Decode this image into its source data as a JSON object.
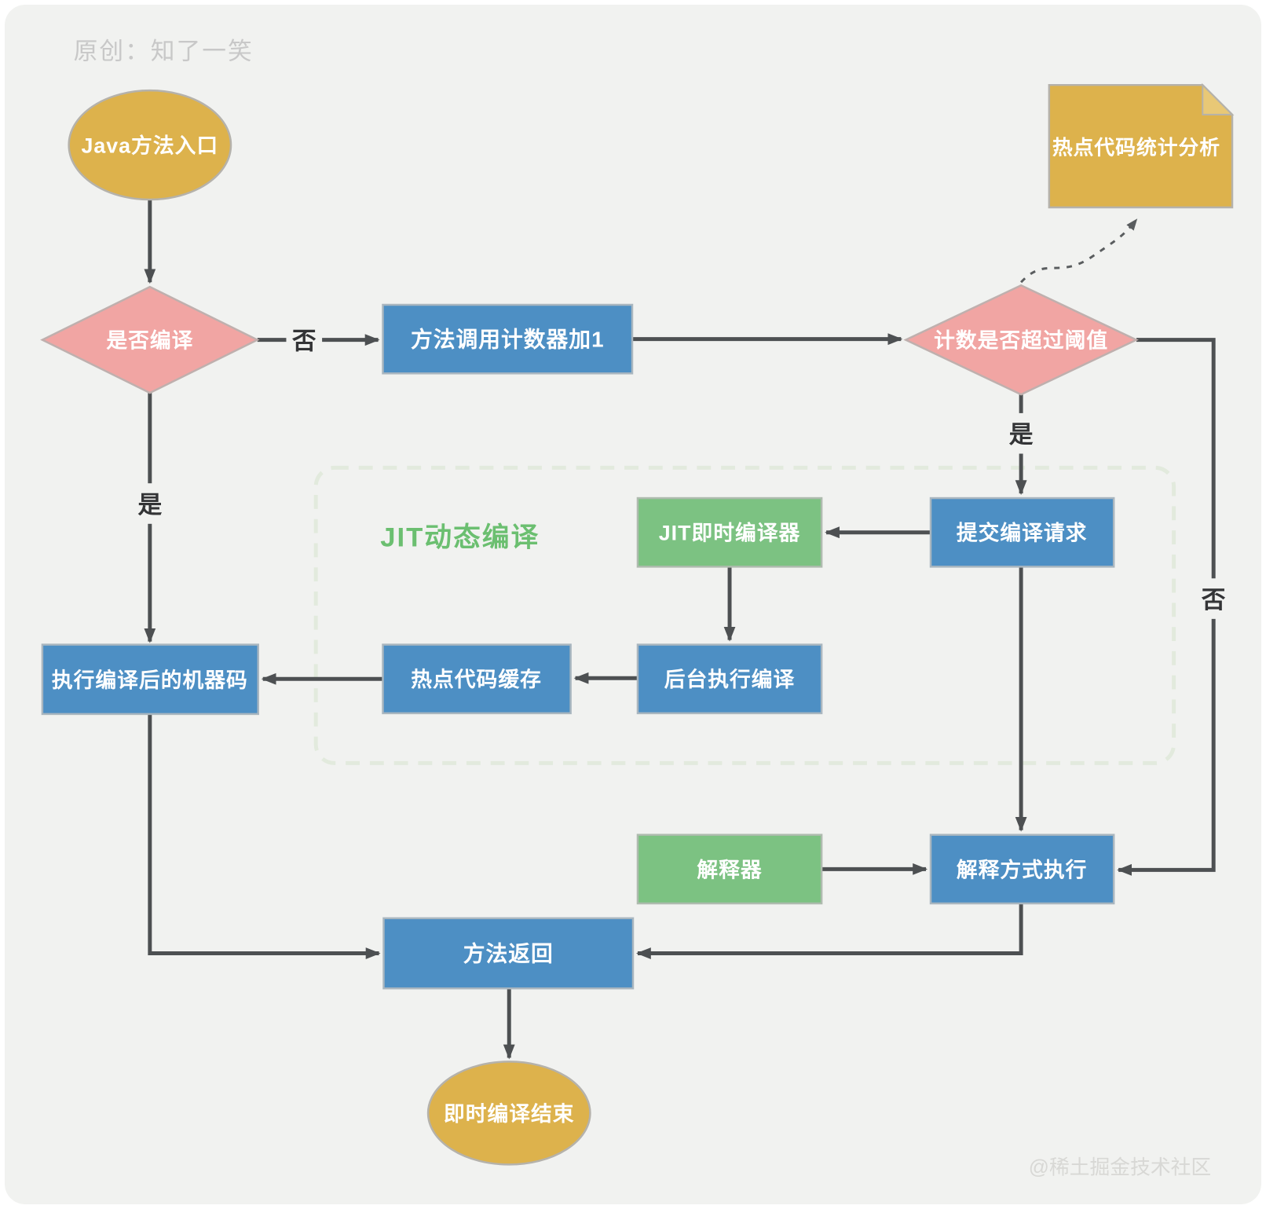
{
  "page": {
    "credit": "原创：知了一笑",
    "watermark": "@稀土掘金技术社区"
  },
  "colors": {
    "background": "#f1f2f0",
    "node_blue": "#4d8fc4",
    "node_green": "#7cc282",
    "node_gold": "#ddb24c",
    "node_pink": "#f1a5a3",
    "arrow_gray": "#4d5052",
    "jit_group_border": "#e2eadd",
    "jit_title_green": "#6bbf70",
    "node_text": "#ffffff",
    "edge_label_text": "#333436"
  },
  "diagram": {
    "nodes": {
      "start": {
        "label": "Java方法入口",
        "shape": "ellipse",
        "color": "gold"
      },
      "compile_decision": {
        "label": "是否编译",
        "shape": "diamond",
        "color": "pink"
      },
      "counter_inc": {
        "label": "方法调用计数器加1",
        "shape": "rect",
        "color": "blue"
      },
      "threshold_decision": {
        "label": "计数是否超过阈值",
        "shape": "diamond",
        "color": "pink"
      },
      "hotspot_note": {
        "label": "热点代码统计分析",
        "shape": "note",
        "color": "gold"
      },
      "jit_group": {
        "label": "JIT动态编译",
        "shape": "dashed-container"
      },
      "jit_compiler": {
        "label": "JIT即时编译器",
        "shape": "rect",
        "color": "green"
      },
      "submit_request": {
        "label": "提交编译请求",
        "shape": "rect",
        "color": "blue"
      },
      "background_compile": {
        "label": "后台执行编译",
        "shape": "rect",
        "color": "blue"
      },
      "hotspot_cache": {
        "label": "热点代码缓存",
        "shape": "rect",
        "color": "blue"
      },
      "exec_machine_code": {
        "label": "执行编译后的机器码",
        "shape": "rect",
        "color": "blue"
      },
      "interpreter": {
        "label": "解释器",
        "shape": "rect",
        "color": "green"
      },
      "interpret_exec": {
        "label": "解释方式执行",
        "shape": "rect",
        "color": "blue"
      },
      "method_return": {
        "label": "方法返回",
        "shape": "rect",
        "color": "blue"
      },
      "end": {
        "label": "即时编译结束",
        "shape": "ellipse",
        "color": "gold"
      }
    },
    "edge_labels": {
      "no_compile": "否",
      "yes_compile": "是",
      "yes_threshold": "是",
      "no_threshold": "否"
    },
    "edges": [
      {
        "from": "start",
        "to": "compile_decision"
      },
      {
        "from": "compile_decision",
        "to": "counter_inc",
        "label": "否"
      },
      {
        "from": "counter_inc",
        "to": "threshold_decision"
      },
      {
        "from": "threshold_decision",
        "to": "hotspot_note",
        "style": "dashed"
      },
      {
        "from": "threshold_decision",
        "to": "submit_request",
        "label": "是"
      },
      {
        "from": "submit_request",
        "to": "jit_compiler"
      },
      {
        "from": "jit_compiler",
        "to": "background_compile"
      },
      {
        "from": "background_compile",
        "to": "hotspot_cache"
      },
      {
        "from": "hotspot_cache",
        "to": "exec_machine_code"
      },
      {
        "from": "compile_decision",
        "to": "exec_machine_code",
        "label": "是"
      },
      {
        "from": "exec_machine_code",
        "to": "method_return"
      },
      {
        "from": "submit_request",
        "to": "interpret_exec"
      },
      {
        "from": "interpreter",
        "to": "interpret_exec"
      },
      {
        "from": "threshold_decision",
        "to": "interpret_exec",
        "label": "否"
      },
      {
        "from": "interpret_exec",
        "to": "method_return"
      },
      {
        "from": "method_return",
        "to": "end"
      }
    ]
  }
}
